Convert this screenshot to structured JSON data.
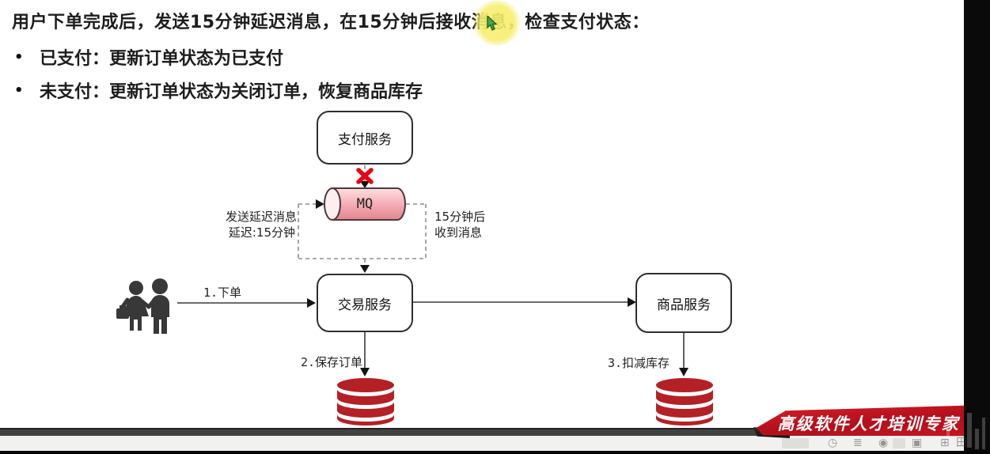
{
  "header": {
    "title": "用户下单完成后，发送15分钟延迟消息，在15分钟后接收消息，检查支付状态：",
    "bullet_glyph": "•",
    "bullets": [
      "已支付：更新订单状态为已支付",
      "未支付：更新订单状态为关闭订单，恢复商品库存"
    ]
  },
  "diagram": {
    "nodes": {
      "payment_service": "支付服务",
      "mq": "MQ",
      "trade_service": "交易服务",
      "product_service": "商品服务"
    },
    "edges": {
      "send_delay_line1": "发送延迟消息",
      "send_delay_line2": "延迟:15分钟",
      "receive_line1": "15分钟后",
      "receive_line2": "收到消息",
      "step1": "1.下单",
      "step2": "2.保存订单",
      "step3": "3.扣减库存"
    }
  },
  "footer": {
    "banner_text": "高级软件人才培训专家",
    "ghost_icons": [
      {
        "name": "clock",
        "glyph": "◷"
      },
      {
        "name": "list",
        "glyph": "≣"
      },
      {
        "name": "play",
        "glyph": "◉"
      },
      {
        "name": "panel",
        "glyph": "▣"
      },
      {
        "name": "grid",
        "glyph": "⊞"
      },
      {
        "name": "window",
        "glyph": "田"
      }
    ]
  },
  "colors": {
    "db_red": "#b32126",
    "banner_red": "#c01421",
    "mq_pink": "#f5b0b7",
    "highlight_yellow": "#f6ee6e",
    "cross_red": "#e30613",
    "dashed_gray": "#8f8f8f"
  }
}
